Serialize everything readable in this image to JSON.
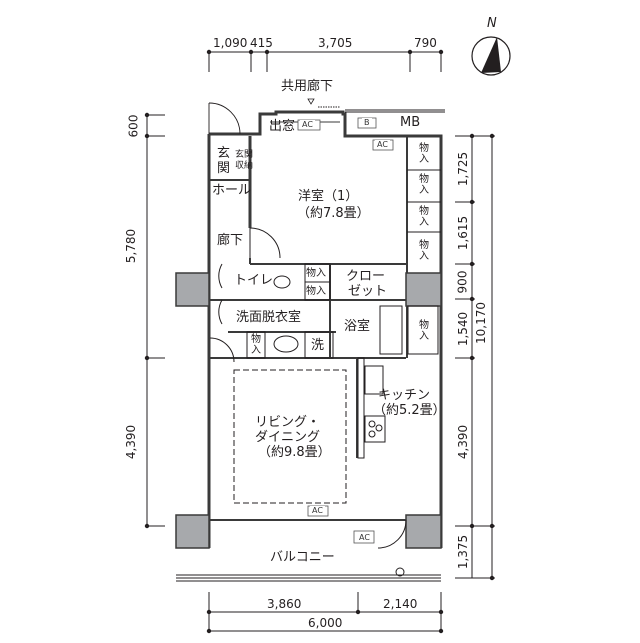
{
  "compass": {
    "label": "N",
    "icon": "north-arrow-icon"
  },
  "dimensions": {
    "top": [
      "1,090",
      "415",
      "3,705",
      "790"
    ],
    "bottom": [
      "3,860",
      "2,140"
    ],
    "bottom_total": "6,000",
    "left": [
      "600",
      "5,780",
      "4,390"
    ],
    "right": [
      "1,725",
      "1,615",
      "900",
      "1,540",
      "4,390",
      "1,375"
    ],
    "right_total": "10,170"
  },
  "labels": {
    "common_corridor": "共用廊下",
    "bay_window": "出窓",
    "mb": "MB",
    "b": "B",
    "ac": "AC",
    "genkan_line1": "玄",
    "genkan_line2": "関",
    "genkan_storage_line1": "玄関",
    "genkan_storage_line2": "収納",
    "hall": "ホール",
    "corridor": "廊下",
    "western_room_name": "洋室（1）",
    "western_room_size": "（約7.8畳）",
    "storage_1": "物",
    "storage_2": "入",
    "toilet": "トイレ",
    "closet_line1": "クロー",
    "closet_line2": "ゼット",
    "dressing_room": "洗面脱衣室",
    "bathroom": "浴室",
    "washer": "洗",
    "kitchen_name": "キッチン",
    "kitchen_size": "（約5.2畳）",
    "ld_line1": "リビング・",
    "ld_line2": "ダイニング",
    "ld_size": "（約9.8畳）",
    "balcony": "バルコニー"
  },
  "colors": {
    "wall": "#3a3a3a",
    "column_fill": "#a7a9ac",
    "line": "#231f20"
  }
}
